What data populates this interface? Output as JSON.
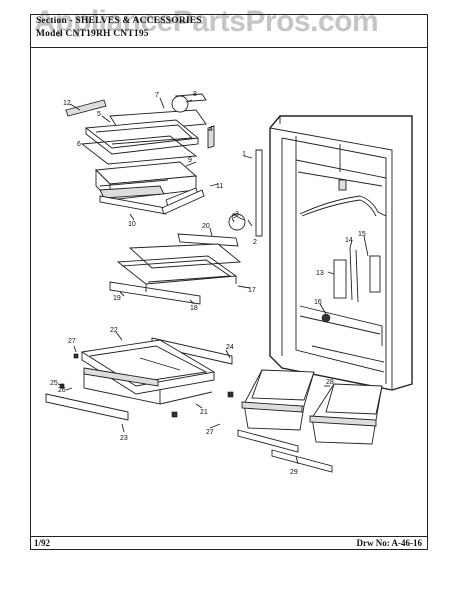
{
  "header": {
    "line1": "Section - SHELVES & ACCESSORIES",
    "line2": "Model CNT19RH  CNT195"
  },
  "watermark": "AppliancePartsPros.com",
  "footer": {
    "date": "1/92",
    "drawing_no": "Drw No: A-46-16"
  },
  "callouts": [
    "1",
    "2",
    "3",
    "4",
    "5",
    "6",
    "7",
    "8",
    "9",
    "10",
    "11",
    "12",
    "13",
    "14",
    "15",
    "16",
    "17",
    "18",
    "19",
    "20",
    "21",
    "22",
    "23",
    "24",
    "25",
    "26",
    "27",
    "27",
    "28",
    "29"
  ]
}
